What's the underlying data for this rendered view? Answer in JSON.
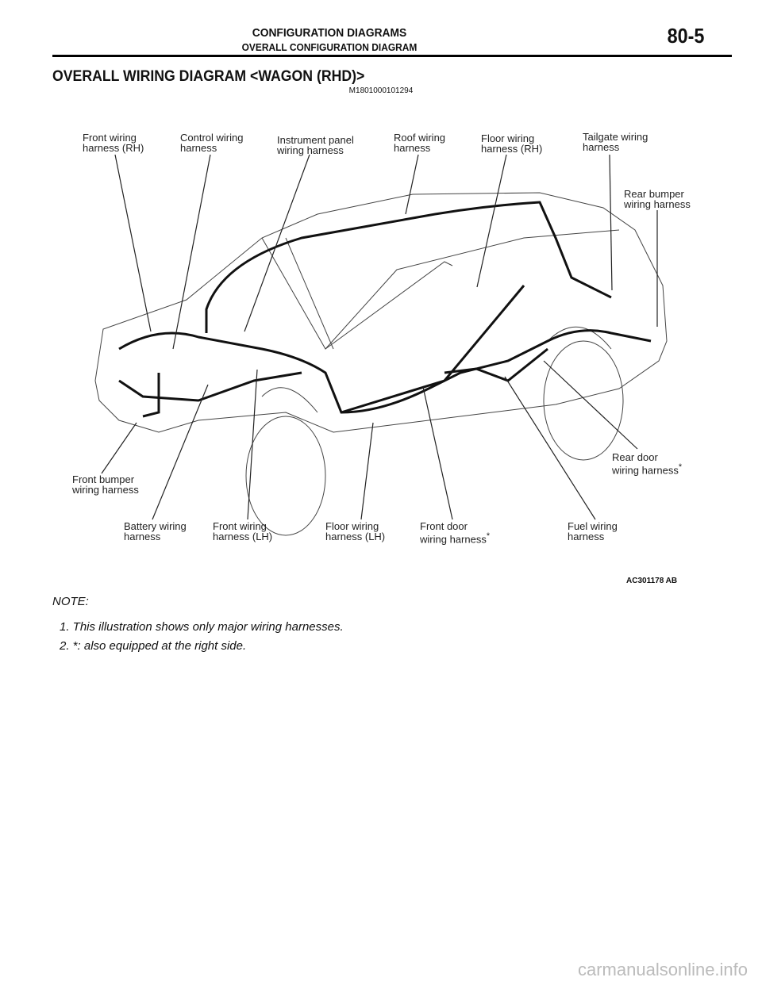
{
  "header": {
    "section": "CONFIGURATION DIAGRAMS",
    "subsection": "OVERALL CONFIGURATION DIAGRAM",
    "page_number": "80-5"
  },
  "title": "OVERALL WIRING DIAGRAM <WAGON (RHD)>",
  "doc_code": "M1801000101294",
  "figure": {
    "labels": {
      "front_rh": [
        "Front wiring",
        "harness (RH)"
      ],
      "control": [
        "Control wiring",
        "harness"
      ],
      "instrument": [
        "Instrument panel",
        "wiring harness"
      ],
      "roof": [
        "Roof wiring",
        "harness"
      ],
      "floor_rh": [
        "Floor wiring",
        "harness (RH)"
      ],
      "tailgate": [
        "Tailgate wiring",
        "harness"
      ],
      "rear_bumper": [
        "Rear bumper",
        "wiring harness"
      ],
      "rear_door": [
        "Rear door",
        "wiring harness"
      ],
      "front_bumper": [
        "Front bumper",
        "wiring harness"
      ],
      "battery": [
        "Battery wiring",
        "harness"
      ],
      "front_lh": [
        "Front wiring",
        "harness (LH)"
      ],
      "floor_lh": [
        "Floor wiring",
        "harness (LH)"
      ],
      "front_door": [
        "Front door",
        "wiring harness"
      ],
      "fuel": [
        "Fuel wiring",
        "harness"
      ]
    },
    "asterisk": "*",
    "figure_code": "AC301178 AB"
  },
  "note": {
    "heading": "NOTE:",
    "items": [
      "1.  This illustration shows only major wiring harnesses.",
      "2.  *: also equipped at the right side."
    ]
  },
  "watermark": "carmanualsonline.info"
}
